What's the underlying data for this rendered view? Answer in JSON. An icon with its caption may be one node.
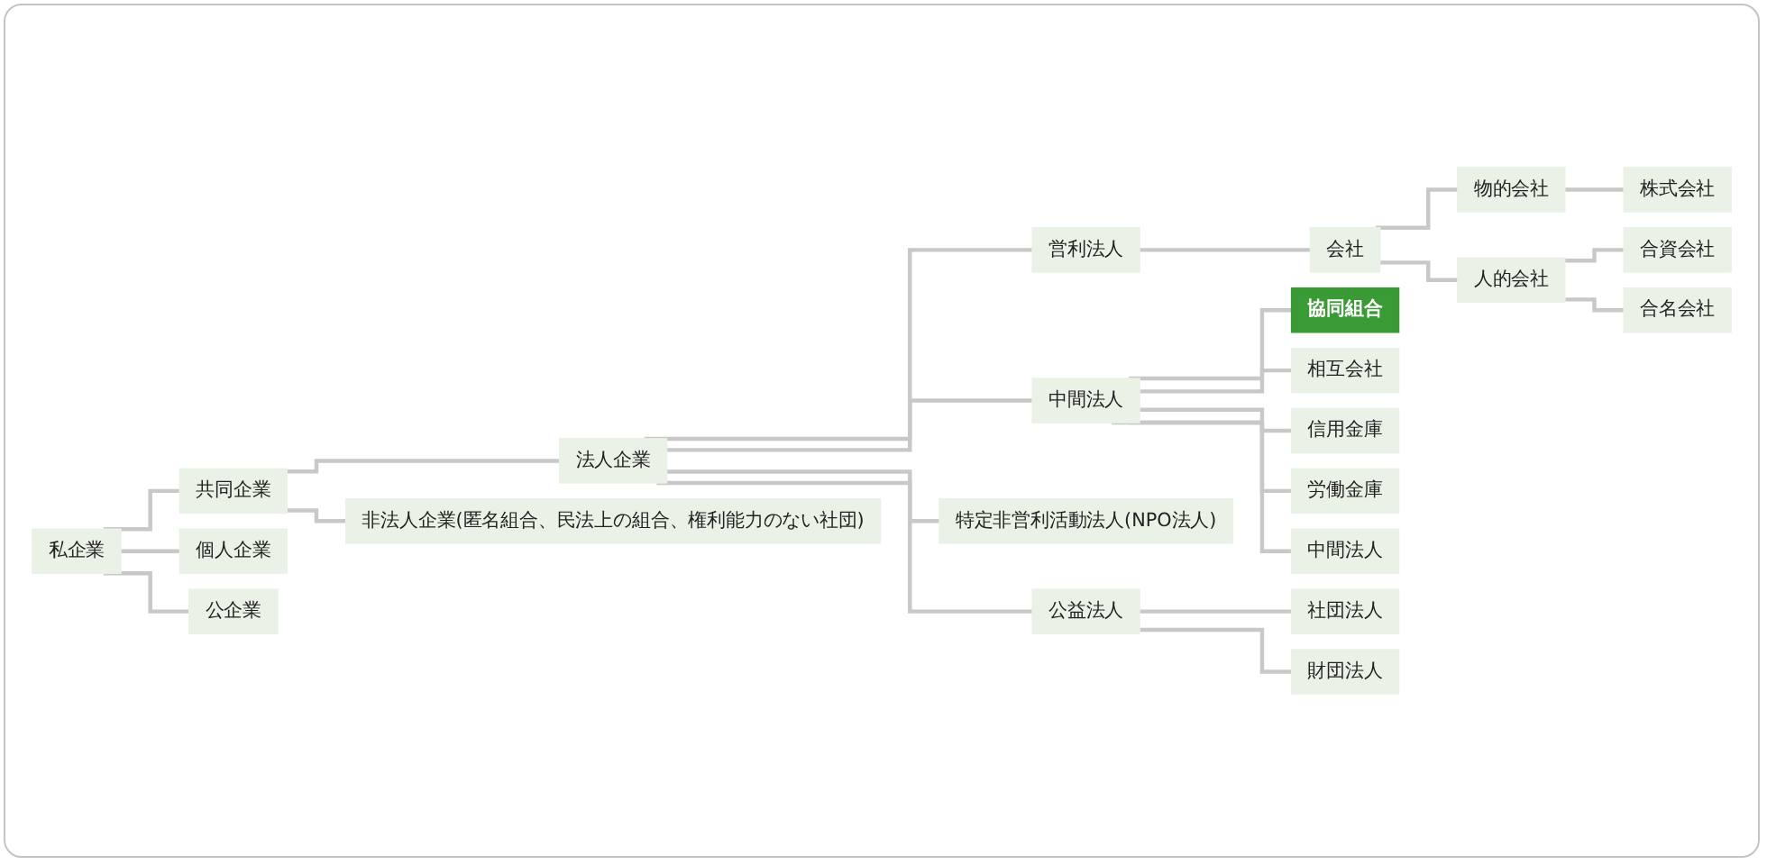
{
  "diagram": {
    "nodes": [
      {
        "text": [
          "私企業"
        ]
      },
      {
        "text": [
          "共同企業"
        ]
      },
      {
        "text": [
          "法人企業"
        ]
      },
      {
        "text": [
          "営利法人"
        ]
      },
      {
        "text": [
          "会社"
        ]
      },
      {
        "text": [
          "物的会社"
        ]
      },
      {
        "text": [
          "株式会社"
        ]
      },
      {
        "text": [
          "人的会社"
        ]
      },
      {
        "text": [
          "合資会社"
        ]
      },
      {
        "text": [
          "合名会社"
        ]
      },
      {
        "text": [
          "中間法人"
        ]
      },
      {
        "text": [
          "協同組合"
        ]
      },
      {
        "text": [
          "相互会社"
        ]
      },
      {
        "text": [
          "信用金庫"
        ]
      },
      {
        "text": [
          "労働金庫"
        ]
      },
      {
        "text": [
          "中間法人"
        ]
      },
      {
        "text": [
          "特定非営利活動法人(NPO法人)"
        ]
      },
      {
        "text": [
          "公益法人"
        ]
      },
      {
        "text": [
          "社団法人"
        ]
      },
      {
        "text": [
          "財団法人"
        ]
      },
      {
        "text": [
          "非法人企業(匿名組合、民法上の組合、権利能力のない社団)"
        ]
      },
      {
        "text": [
          "個人企業"
        ]
      },
      {
        "text": [
          "公企業"
        ]
      }
    ],
    "edges": [
      {
        "from": 0,
        "to": 1,
        "arrow": "none"
      },
      {
        "from": 1,
        "to": 2,
        "arrow": "none"
      },
      {
        "from": 2,
        "to": 3,
        "arrow": "none"
      },
      {
        "from": 3,
        "to": 4,
        "arrow": "none"
      },
      {
        "from": 4,
        "to": 5,
        "arrow": "none"
      },
      {
        "from": 5,
        "to": 6,
        "arrow": "none"
      },
      {
        "from": 4,
        "to": 7,
        "arrow": "none"
      },
      {
        "from": 7,
        "to": 8,
        "arrow": "none"
      },
      {
        "from": 7,
        "to": 9,
        "arrow": "none"
      },
      {
        "from": 2,
        "to": 10,
        "arrow": "none"
      },
      {
        "from": 10,
        "to": 11,
        "arrow": "none"
      },
      {
        "from": 10,
        "to": 12,
        "arrow": "none"
      },
      {
        "from": 10,
        "to": 13,
        "arrow": "none"
      },
      {
        "from": 10,
        "to": 14,
        "arrow": "none"
      },
      {
        "from": 10,
        "to": 15,
        "arrow": "none"
      },
      {
        "from": 2,
        "to": 16,
        "arrow": "none"
      },
      {
        "from": 2,
        "to": 17,
        "arrow": "none"
      },
      {
        "from": 17,
        "to": 18,
        "arrow": "none"
      },
      {
        "from": 17,
        "to": 19,
        "arrow": "none"
      },
      {
        "from": 1,
        "to": 20,
        "arrow": "none"
      },
      {
        "from": 0,
        "to": 21,
        "arrow": "none"
      },
      {
        "from": 0,
        "to": 22,
        "arrow": "none"
      }
    ]
  }
}
